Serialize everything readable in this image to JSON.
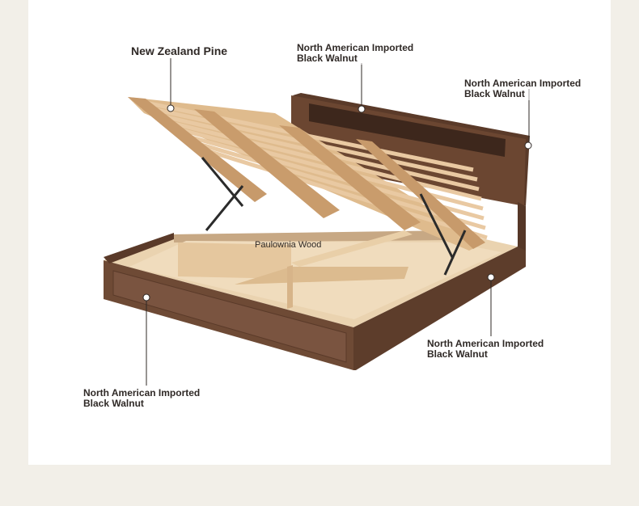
{
  "colors": {
    "background": "#f2efe8",
    "card": "#ffffff",
    "walnut": "#6e4a35",
    "walnut_dark": "#4a2f22",
    "pine": "#e9c9a2",
    "paulownia": "#ecd3ad"
  },
  "labels": {
    "slats": "New Zealand Pine",
    "headboard_top": "North American Imported\nBlack Walnut",
    "headboard_side": "North American Imported\nBlack Walnut",
    "storage": "Paulownia Wood",
    "frame_side": "North American Imported\nBlack Walnut",
    "frame_front": "North American Imported\nBlack Walnut"
  }
}
